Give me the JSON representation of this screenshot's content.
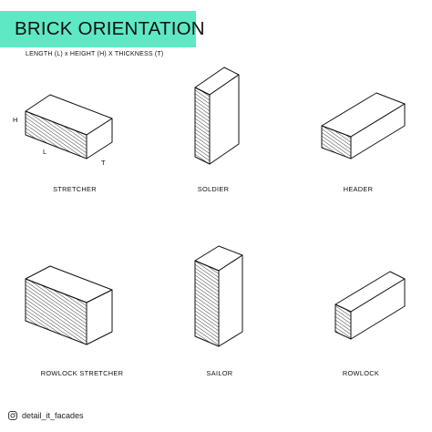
{
  "header": {
    "title": "BRICK ORIENTATION",
    "subtitle": "LENGTH (L) x HEIGHT (H) X THICKNESS (T)"
  },
  "dimensions": {
    "h": "H",
    "l": "L",
    "t": "T"
  },
  "bricks": [
    {
      "label": "STRETCHER"
    },
    {
      "label": "SOLDIER"
    },
    {
      "label": "HEADER"
    },
    {
      "label": "ROWLOCK STRETCHER"
    },
    {
      "label": "SAILOR"
    },
    {
      "label": "ROWLOCK"
    }
  ],
  "footer": {
    "icon": "instagram-icon",
    "handle": "detail_it_facades"
  },
  "colors": {
    "banner": "#5fe8c4",
    "line": "#111111"
  }
}
